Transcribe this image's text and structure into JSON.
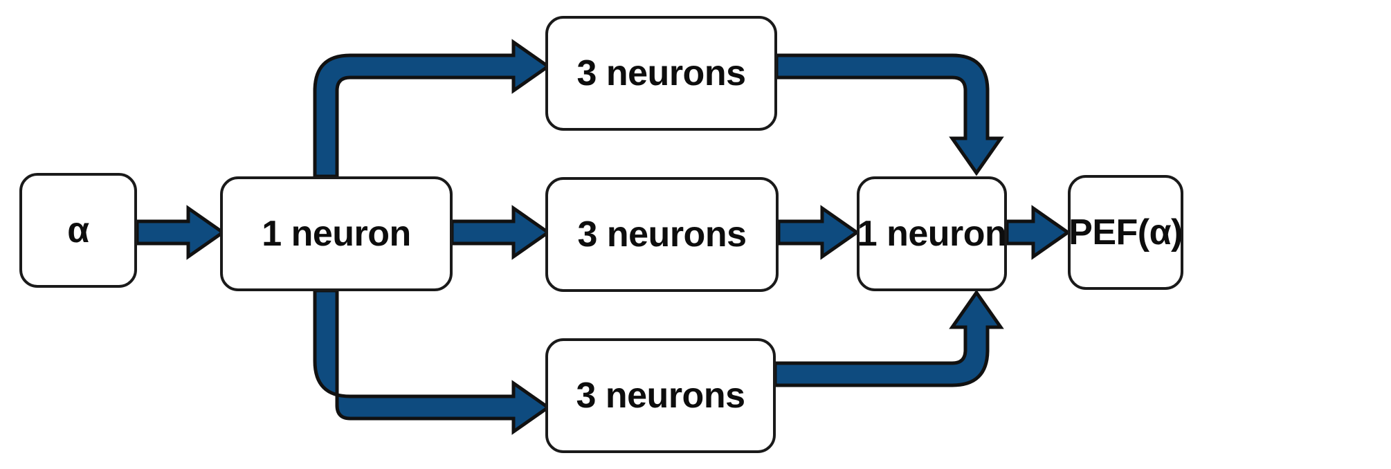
{
  "diagram": {
    "type": "flowchart",
    "title": "Neural network architecture flow",
    "orientation": "left-to-right",
    "colors": {
      "arrow_fill": "#0e4b7f",
      "arrow_outline": "#111111",
      "box_border": "#1a1a1a",
      "box_fill": "#ffffff",
      "text": "#0d0d0d",
      "background": "#ffffff"
    },
    "nodes": [
      {
        "id": "input",
        "label": "α",
        "row": "middle",
        "column": 1
      },
      {
        "id": "split",
        "label": "1 neuron",
        "row": "middle",
        "column": 2
      },
      {
        "id": "hidden_top",
        "label": "3 neurons",
        "row": "top",
        "column": 3
      },
      {
        "id": "hidden_mid",
        "label": "3 neurons",
        "row": "middle",
        "column": 3
      },
      {
        "id": "hidden_bot",
        "label": "3 neurons",
        "row": "bottom",
        "column": 3
      },
      {
        "id": "merge",
        "label": "1 neuron",
        "row": "middle",
        "column": 4
      },
      {
        "id": "output",
        "label": "PEF(α)",
        "row": "middle",
        "column": 5
      }
    ],
    "edges": [
      {
        "from": "input",
        "to": "split",
        "style": "straight",
        "direction": "right"
      },
      {
        "from": "split",
        "to": "hidden_top",
        "style": "elbow-up",
        "direction": "right"
      },
      {
        "from": "split",
        "to": "hidden_mid",
        "style": "straight",
        "direction": "right"
      },
      {
        "from": "split",
        "to": "hidden_bot",
        "style": "elbow-down",
        "direction": "right"
      },
      {
        "from": "hidden_top",
        "to": "merge",
        "style": "elbow-down",
        "direction": "down"
      },
      {
        "from": "hidden_mid",
        "to": "merge",
        "style": "straight",
        "direction": "right"
      },
      {
        "from": "hidden_bot",
        "to": "merge",
        "style": "elbow-up",
        "direction": "up"
      },
      {
        "from": "merge",
        "to": "output",
        "style": "straight",
        "direction": "right"
      }
    ]
  }
}
